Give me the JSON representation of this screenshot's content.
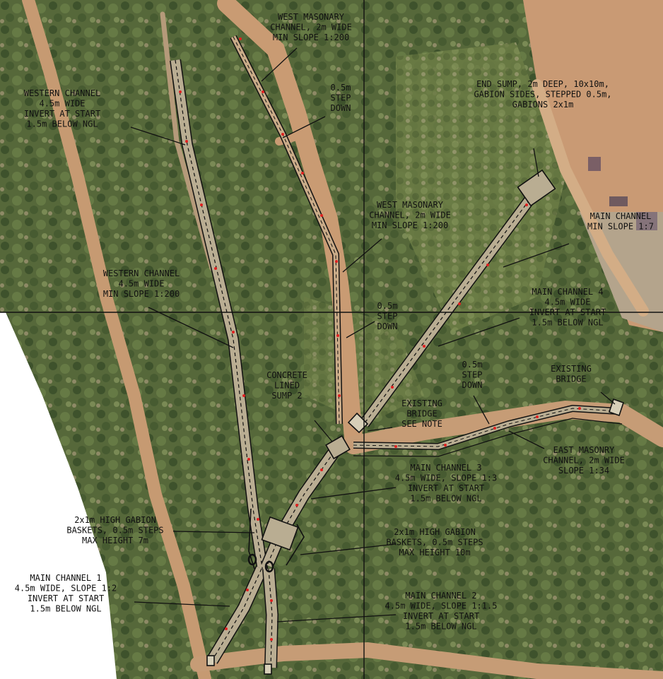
{
  "annotations": {
    "west_masonary_top": [
      "WEST MASONARY",
      "CHANNEL, 2m WIDE",
      "MIN SLOPE 1:200"
    ],
    "step_down_west_top": [
      "0.5m",
      "STEP",
      "DOWN"
    ],
    "end_sump": [
      "END SUMP, 2m DEEP, 10x10m,",
      "GABION SIDES, STEPPED 0.5m,",
      "GABIONS 2x1m"
    ],
    "western_channel_top": [
      "WESTERN CHANNEL",
      "4.5m WIDE",
      "INVERT AT START",
      "1.5m BELOW NGL"
    ],
    "west_masonary_mid": [
      "WEST MASONARY",
      "CHANNEL, 2m WIDE",
      "MIN SLOPE 1:200"
    ],
    "main_channel_min": [
      "MAIN CHANNEL",
      "MIN SLOPE 1:7"
    ],
    "western_channel_mid": [
      "WESTERN CHANNEL",
      "4.5m WIDE",
      "MIN SLOPE 1:200"
    ],
    "main_channel_4": [
      "MAIN CHANNEL 4",
      "4.5m WIDE",
      "INVERT AT START",
      "1.5m BELOW NGL"
    ],
    "step_down_west_mid": [
      "0.5m",
      "STEP",
      "DOWN"
    ],
    "step_down_east": [
      "0.5m",
      "STEP",
      "DOWN"
    ],
    "existing_bridge_right": [
      "EXISTING",
      "BRIDGE"
    ],
    "concrete_sump": [
      "CONCRETE",
      "LINED",
      "SUMP 2"
    ],
    "existing_bridge_center": [
      "EXISTING",
      "BRIDGE",
      "SEE NOTE"
    ],
    "east_masonry": [
      "EAST MASONRY",
      "CHANNEL, 2m WIDE",
      "SLOPE 1:34"
    ],
    "main_channel_3": [
      "MAIN CHANNEL 3",
      "4.5m WIDE, SLOPE 1:3",
      "INVERT AT START",
      "1.5m BELOW NGL"
    ],
    "gabion_left": [
      "2x1m HIGH GABION",
      "BASKETS, 0.5m STEPS",
      "MAX HEIGHT 7m"
    ],
    "gabion_right": [
      "2x1m HIGH GABION",
      "BASKETS, 0.5m STEPS",
      "MAX HEIGHT 10m"
    ],
    "main_channel_1": [
      "MAIN CHANNEL 1",
      "4.5m WIDE, SLOPE 1:2",
      "INVERT AT START",
      "1.5m BELOW NGL"
    ],
    "main_channel_2": [
      "MAIN CHANNEL 2",
      "4.5m WIDE, SLOPE 1:1.5",
      "INVERT AT START",
      "1.5m BELOW NGL"
    ]
  },
  "colors": {
    "vegetation": "#56683a",
    "vegetation_dark": "#3d4f2b",
    "road": "#c79a72",
    "bare_ground": "#b7a385",
    "channel_fill": "#b9ad92",
    "linework": "#111111",
    "chainage_marks": "#e02020"
  }
}
